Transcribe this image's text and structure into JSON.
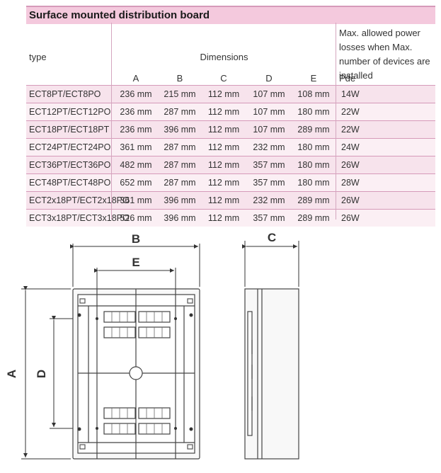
{
  "title": "Surface mounted distribution board",
  "headers": {
    "type": "type",
    "dimensions": "Dimensions",
    "cols": [
      "A",
      "B",
      "C",
      "D",
      "E"
    ],
    "pde_title": "Max. allowed power losses when Max. number of devices are installed",
    "pde_unit": "Pde"
  },
  "rows": [
    {
      "type": "ECT8PT/ECT8PO",
      "A": "236 mm",
      "B": "215 mm",
      "C": "112 mm",
      "D": "107 mm",
      "E": "108 mm",
      "pde": "14W"
    },
    {
      "type": "ECT12PT/ECT12PO",
      "A": "236 mm",
      "B": "287 mm",
      "C": "112 mm",
      "D": "107 mm",
      "E": "180 mm",
      "pde": "22W"
    },
    {
      "type": "ECT18PT/ECT18PT",
      "A": "236 mm",
      "B": "396 mm",
      "C": "112 mm",
      "D": "107 mm",
      "E": "289 mm",
      "pde": "22W"
    },
    {
      "type": "ECT24PT/ECT24PO",
      "A": "361 mm",
      "B": "287 mm",
      "C": "112 mm",
      "D": "232 mm",
      "E": "180 mm",
      "pde": "24W"
    },
    {
      "type": "ECT36PT/ECT36PO",
      "A": "482 mm",
      "B": "287 mm",
      "C": "112 mm",
      "D": "357 mm",
      "E": "180 mm",
      "pde": "26W"
    },
    {
      "type": "ECT48PT/ECT48PO",
      "A": "652 mm",
      "B": "287 mm",
      "C": "112 mm",
      "D": "357 mm",
      "E": "180 mm",
      "pde": "28W"
    },
    {
      "type": "ECT2x18PT/ECT2x18PO",
      "A": "361 mm",
      "B": "396 mm",
      "C": "112 mm",
      "D": "232 mm",
      "E": "289 mm",
      "pde": "26W"
    },
    {
      "type": "ECT3x18PT/ECT3x18PO",
      "A": "526 mm",
      "B": "396 mm",
      "C": "112 mm",
      "D": "357 mm",
      "E": "289 mm",
      "pde": "26W"
    }
  ],
  "drawing": {
    "label_a": "A",
    "label_b": "B",
    "label_c": "C",
    "label_d": "D",
    "label_e": "E"
  }
}
